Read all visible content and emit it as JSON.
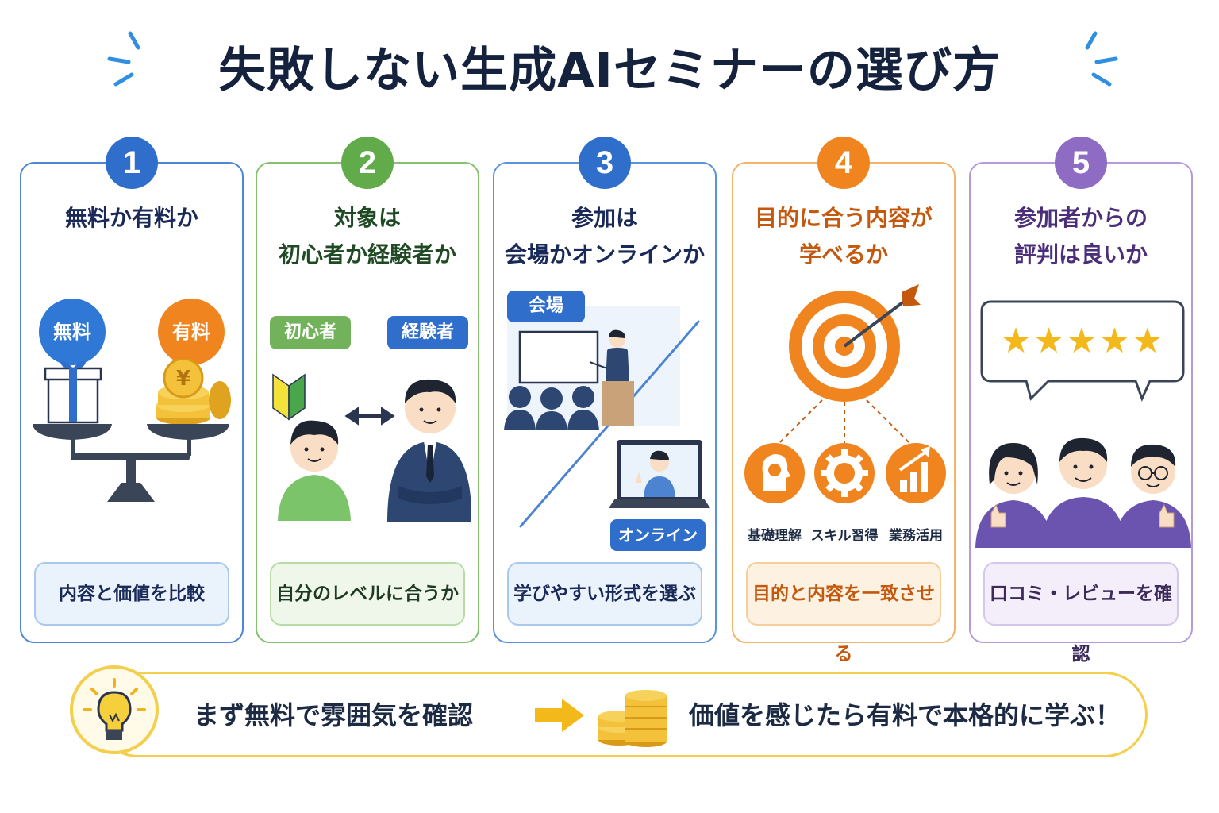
{
  "title": "失敗しない生成AIセミナーの選び方",
  "colors": {
    "blue": "#2f6fcb",
    "green": "#61ab4a",
    "orange": "#f0851f",
    "purple": "#8e6cc4",
    "yellow": "#f3cf4c"
  },
  "cards": [
    {
      "number": "1",
      "title_lines": [
        "無料か有料か"
      ],
      "labels": [
        "無料",
        "有料"
      ],
      "coin_symbol": "¥",
      "footer": "内容と価値を比較",
      "icons": [
        "gift-icon",
        "coins-icon",
        "balance-scale-icon"
      ]
    },
    {
      "number": "2",
      "title_lines": [
        "対象は",
        "初心者か経験者か"
      ],
      "labels": [
        "初心者",
        "経験者"
      ],
      "footer": "自分のレベルに合うか",
      "icons": [
        "beginner-mark-icon",
        "double-arrow-icon",
        "beginner-person-icon",
        "experienced-person-icon"
      ]
    },
    {
      "number": "3",
      "title_lines": [
        "参加は",
        "会場かオンラインか"
      ],
      "labels": [
        "会場",
        "オンライン"
      ],
      "footer": "学びやすい形式を選ぶ",
      "icons": [
        "presentation-icon",
        "audience-icon",
        "laptop-icon"
      ]
    },
    {
      "number": "4",
      "title_lines": [
        "目的に合う内容が",
        "学べるか"
      ],
      "labels": [
        "基礎理解",
        "スキル習得",
        "業務活用"
      ],
      "footer": "目的と内容を一致させる",
      "icons": [
        "target-icon",
        "lightbulb-head-icon",
        "gear-icon",
        "growth-chart-icon"
      ]
    },
    {
      "number": "5",
      "title_lines": [
        "参加者からの",
        "評判は良いか"
      ],
      "stars": "★★★★★",
      "footer": "口コミ・レビューを確認",
      "icons": [
        "speech-bubble-icon",
        "star-icon",
        "people-thumbs-up-icon"
      ]
    }
  ],
  "bottom": {
    "text_before": "まず無料で雰囲気を確認",
    "text_after": "価値を感じたら有料で本格的に学ぶ！",
    "icons": [
      "lightbulb-icon",
      "arrow-right-icon",
      "coins-icon"
    ]
  }
}
